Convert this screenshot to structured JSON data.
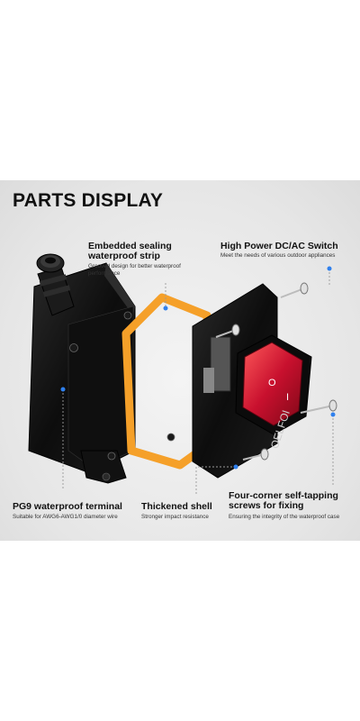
{
  "page_title": "PARTS DISPLAY",
  "labels": {
    "sealing_strip": {
      "title_line1": "Embedded sealing",
      "title_line2": "waterproof strip",
      "desc_line1": "Grooved design for better waterproof",
      "desc_line2": "performance"
    },
    "switch": {
      "title": "High Power DC/AC Switch",
      "desc": "Meet the needs of various outdoor appliances"
    },
    "terminal": {
      "title": "PG9 waterproof terminal",
      "desc": "Suitable for AWG6-AWG1/0 diameter wire"
    },
    "shell": {
      "title": "Thickened shell",
      "desc": "Stronger impact resistance"
    },
    "screws": {
      "title_line1": "Four-corner self-tapping",
      "title_line2": "screws for fixing",
      "desc": "Ensuring the integrity of the waterproof case"
    }
  },
  "product": {
    "brand": "OELFOI",
    "switch_off": "O",
    "switch_on": "I"
  },
  "colors": {
    "gasket": "#f5a029",
    "switch_red": "#c8102e",
    "callout_dot": "#2f80ed",
    "case_black": "#141414"
  }
}
